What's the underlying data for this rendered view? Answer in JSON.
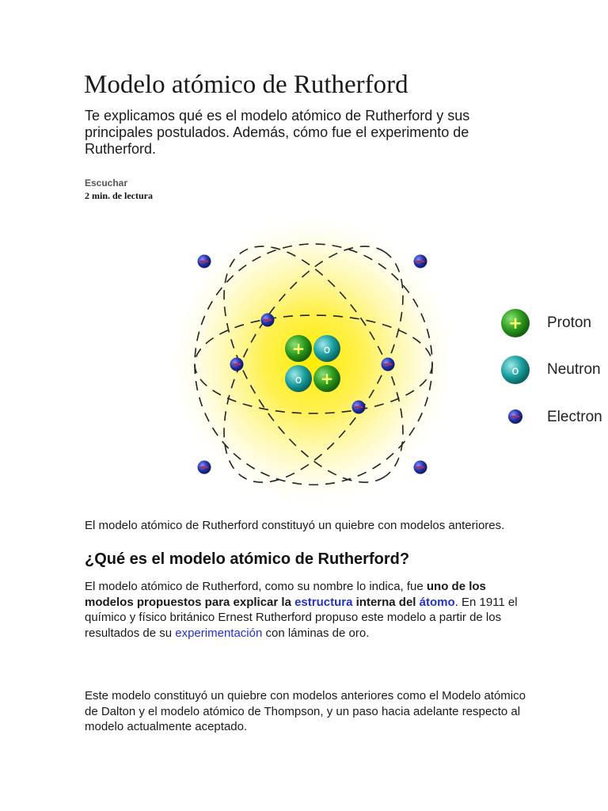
{
  "article": {
    "title": "Modelo atómico de Rutherford",
    "lead": "Te explicamos qué es el modelo atómico de Rutherford y sus principales postulados. Además, cómo fue el experimento de Rutherford.",
    "listen_label": "Escuchar",
    "read_time": "2 min. de lectura"
  },
  "figure": {
    "legend": [
      {
        "label": "Proton",
        "icon": "proton-icon",
        "symbol": "+"
      },
      {
        "label": "Neutron",
        "icon": "neutron-icon",
        "symbol": "o"
      },
      {
        "label": "Electron",
        "icon": "electron-icon",
        "symbol": "-"
      }
    ],
    "caption": "El modelo atómico de Rutherford constituyó un quiebre con modelos anteriores.",
    "colors": {
      "glow": "#ffee00",
      "proton": "#2a9a1c",
      "neutron": "#1a9f9f",
      "electron": "#2233aa",
      "electron_mark": "#cc2244"
    }
  },
  "section": {
    "heading": "¿Qué es el modelo atómico de Rutherford?",
    "paragraph1": {
      "t1": "El modelo atómico de Rutherford, como su nombre lo indica, fue ",
      "b1": "uno de los modelos propuestos para explicar la ",
      "link1": "estructura",
      "b2": " interna del ",
      "link2": "átomo",
      "t2": ". En 1911 el químico y físico británico Ernest Rutherford propuso este modelo a partir de los resultados de su ",
      "link3": "experimentación",
      "t3": " con láminas de oro."
    },
    "paragraph2": "Este modelo constituyó un quiebre con modelos anteriores como el Modelo atómico de Dalton y el modelo atómico de Thompson, y un paso hacia adelante respecto al modelo actualmente aceptado."
  }
}
